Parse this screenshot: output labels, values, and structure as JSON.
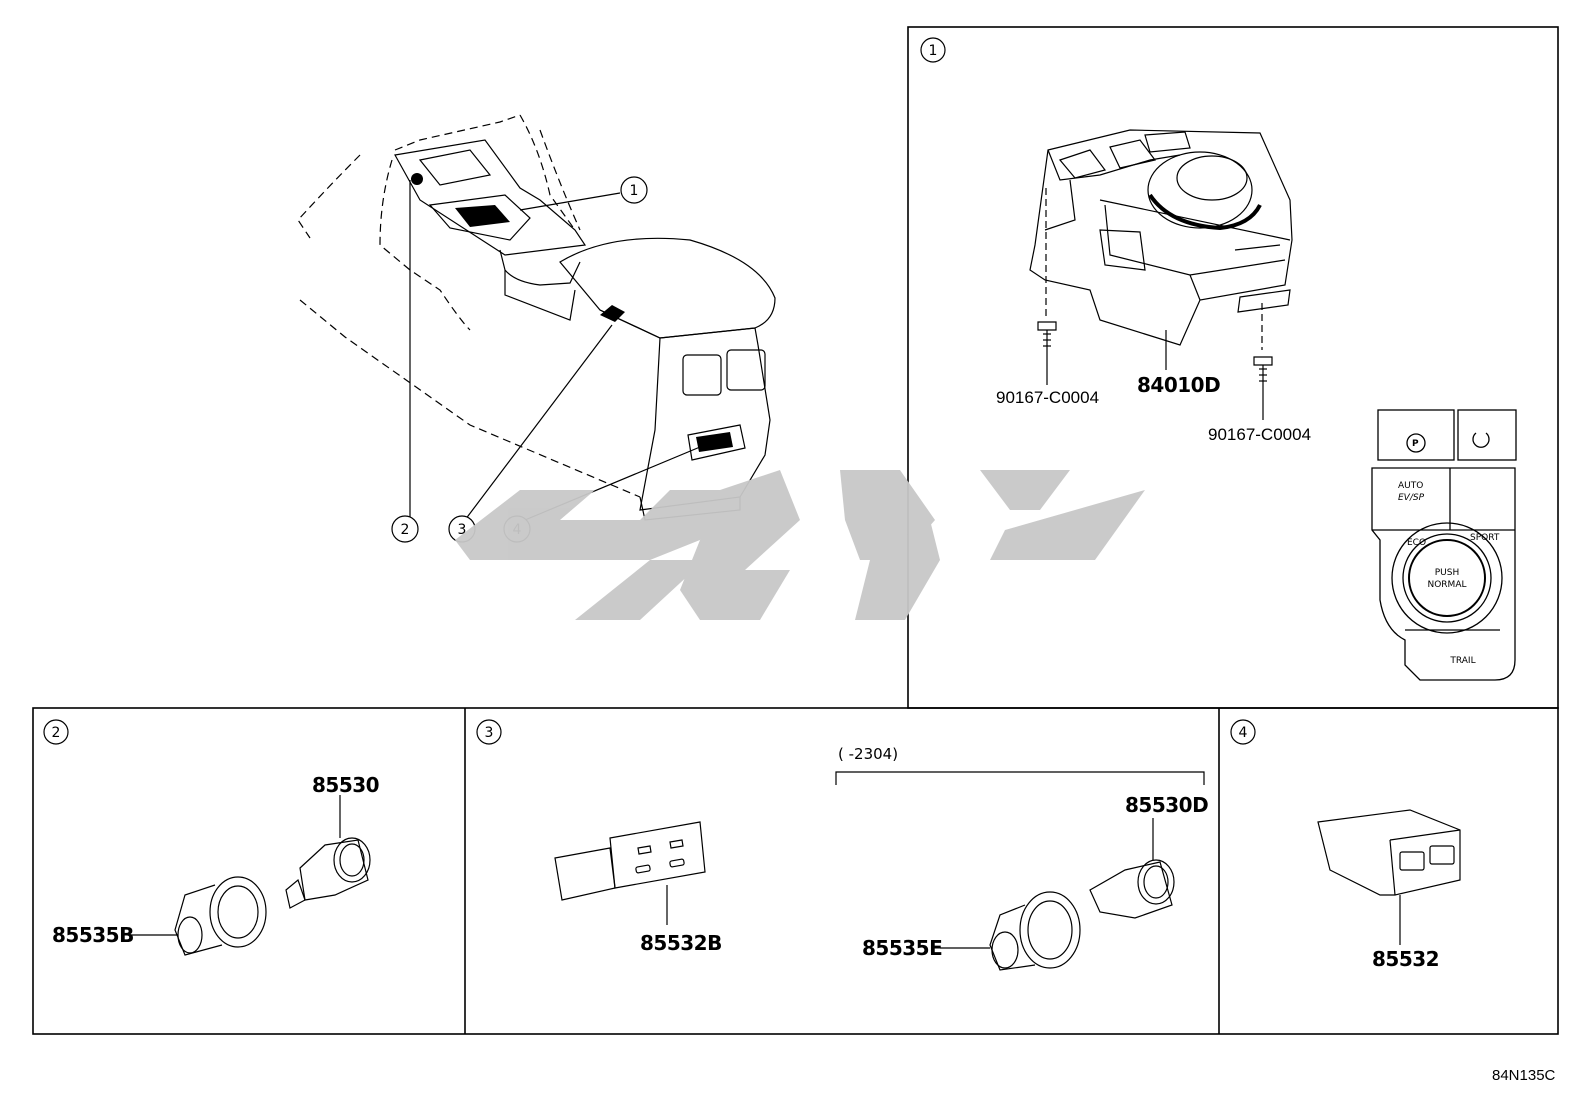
{
  "callouts": {
    "c1": "1",
    "c2": "2",
    "c3": "3",
    "c4": "4"
  },
  "panel1": {
    "num": "1",
    "part_switch": "84010D",
    "part_screw_left": "90167-C0004",
    "part_screw_right": "90167-C0004",
    "switch_labels": {
      "park_icon": "parking-brake-icon",
      "auto": "AUTO",
      "auto_sub": "EV/SP",
      "eco": "ECO",
      "sport": "SPORT",
      "push": "PUSH",
      "normal": "NORMAL",
      "trail": "TRAIL"
    }
  },
  "panel2": {
    "num": "2",
    "part_a": "85530",
    "part_b": "85535B"
  },
  "panel3": {
    "num": "3",
    "range": "(      -2304)",
    "part_a": "85532B",
    "part_b": "85530D",
    "part_c": "85535E"
  },
  "panel4": {
    "num": "4",
    "part_a": "85532"
  },
  "diagram_code": "84N135C",
  "watermark_color": "#c8c8c8"
}
